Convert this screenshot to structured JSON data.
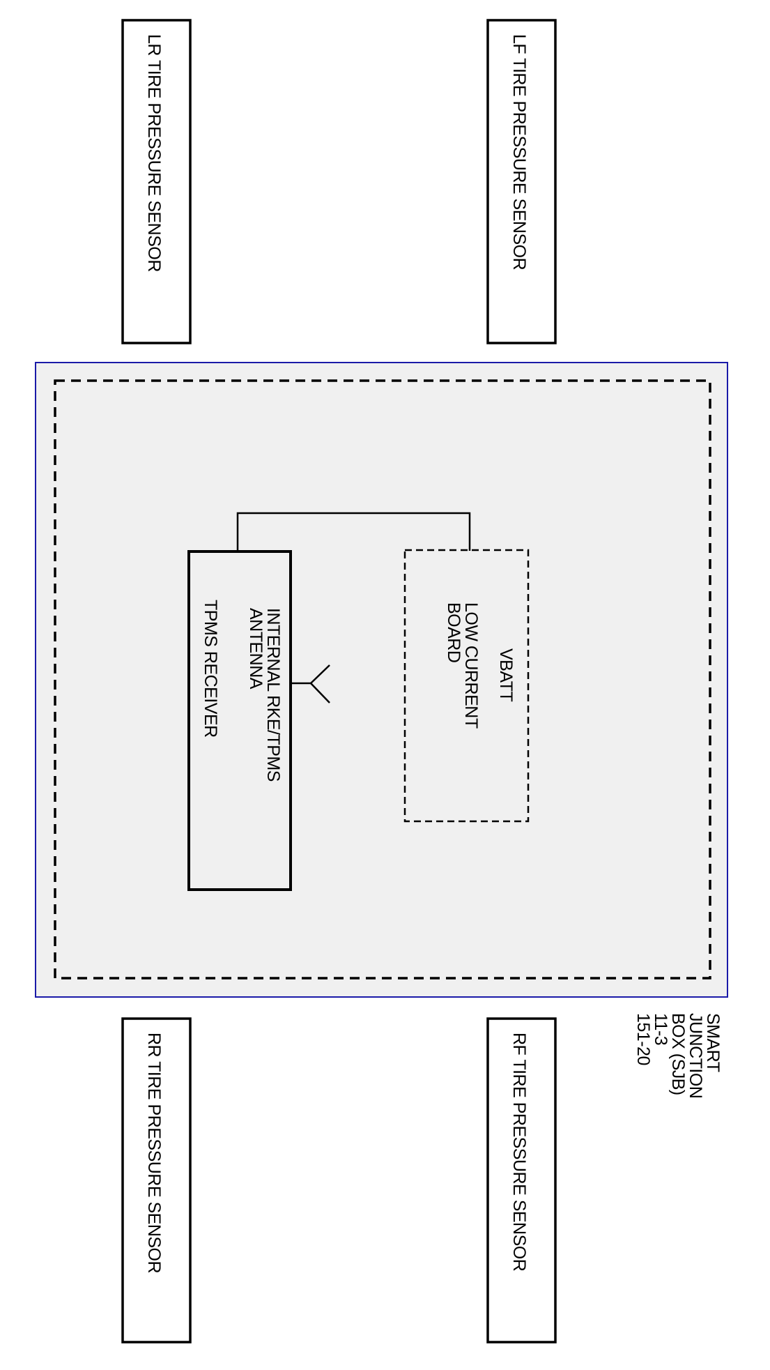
{
  "sensors": {
    "lr": "LR TIRE PRESSURE SENSOR",
    "lf": "LF TIRE PRESSURE SENSOR",
    "rr": "RR TIRE PRESSURE SENSOR",
    "rf": "RF TIRE PRESSURE SENSOR"
  },
  "sjb": {
    "lines": [
      "SMART",
      "JUNCTION",
      "BOX (SJB)",
      "11-3",
      "151-20"
    ]
  },
  "vbatt_board": {
    "title": "VBATT",
    "line1": "LOW CURRENT",
    "line2": "BOARD"
  },
  "receiver": {
    "line1": "INTERNAL RKE/TPMS",
    "line2": "ANTENNA",
    "line3": "TPMS RECEIVER"
  },
  "colors": {
    "module_fill": "#f0f0f0",
    "module_border": "#1a1aa8",
    "line": "#000000"
  }
}
